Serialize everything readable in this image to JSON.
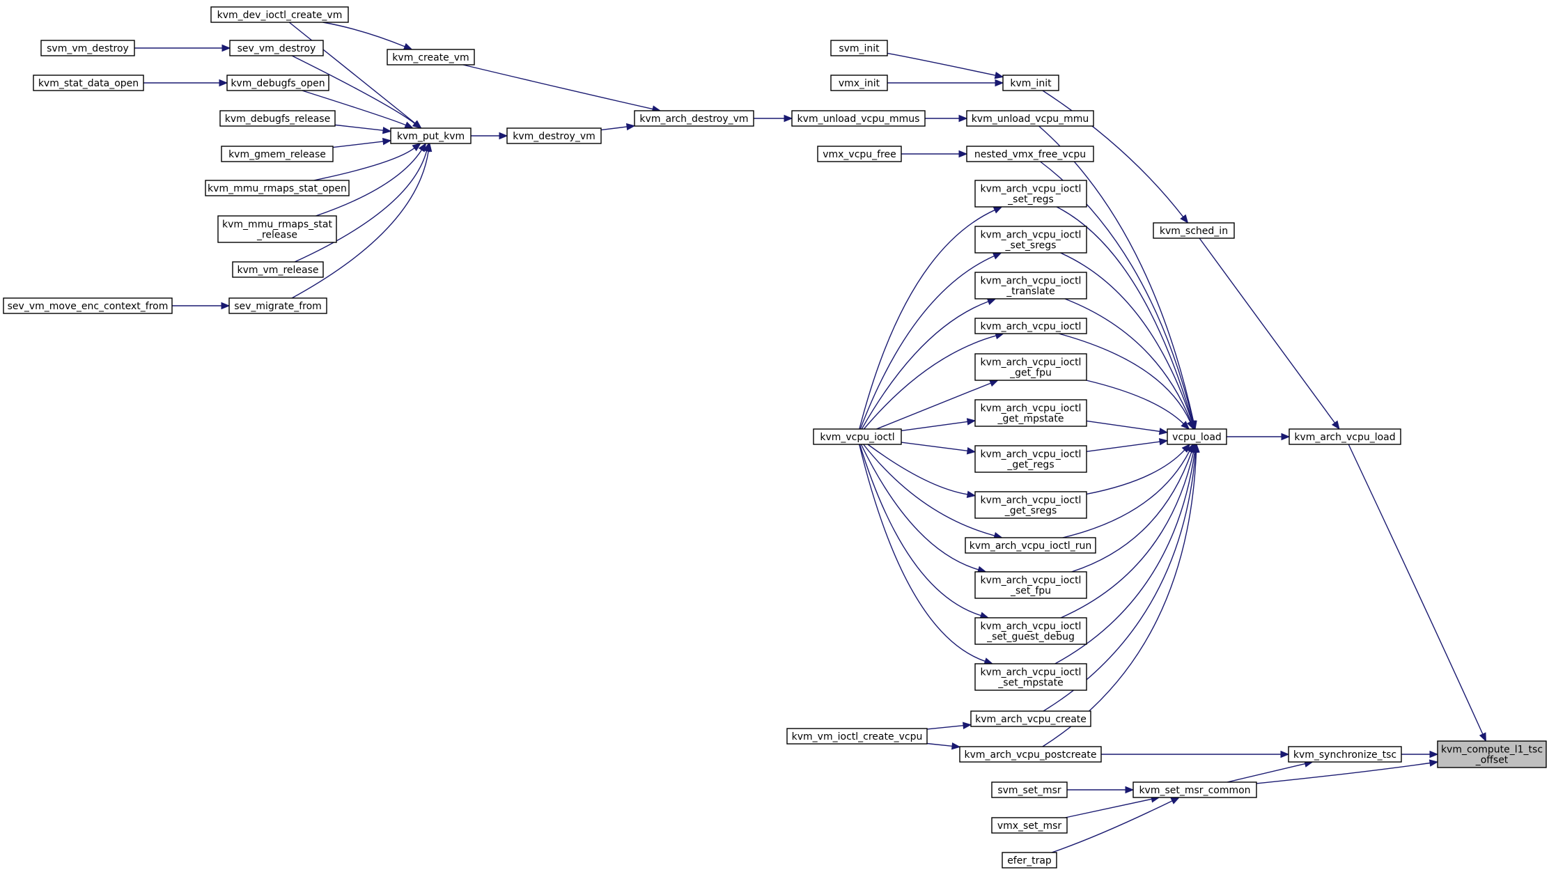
{
  "graph": {
    "highlighted": "kvm_compute_l1_tsc_offset",
    "edge_color": "#191970",
    "nodes": {
      "kvm_dev_ioctl_create_vm": [
        "kvm_dev_ioctl_create_vm"
      ],
      "svm_vm_destroy": [
        "svm_vm_destroy"
      ],
      "sev_vm_destroy": [
        "sev_vm_destroy"
      ],
      "kvm_stat_data_open": [
        "kvm_stat_data_open"
      ],
      "kvm_debugfs_open": [
        "kvm_debugfs_open"
      ],
      "kvm_debugfs_release": [
        "kvm_debugfs_release"
      ],
      "kvm_gmem_release": [
        "kvm_gmem_release"
      ],
      "kvm_mmu_rmaps_stat_open": [
        "kvm_mmu_rmaps_stat_open"
      ],
      "kvm_mmu_rmaps_stat_release": [
        "kvm_mmu_rmaps_stat",
        "_release"
      ],
      "kvm_vm_release": [
        "kvm_vm_release"
      ],
      "sev_vm_move_enc_context_from": [
        "sev_vm_move_enc_context_from"
      ],
      "sev_migrate_from": [
        "sev_migrate_from"
      ],
      "kvm_create_vm": [
        "kvm_create_vm"
      ],
      "kvm_put_kvm": [
        "kvm_put_kvm"
      ],
      "kvm_destroy_vm": [
        "kvm_destroy_vm"
      ],
      "kvm_arch_destroy_vm": [
        "kvm_arch_destroy_vm"
      ],
      "kvm_unload_vcpu_mmus": [
        "kvm_unload_vcpu_mmus"
      ],
      "svm_init": [
        "svm_init"
      ],
      "vmx_init": [
        "vmx_init"
      ],
      "kvm_init": [
        "kvm_init"
      ],
      "kvm_unload_vcpu_mmu": [
        "kvm_unload_vcpu_mmu"
      ],
      "vmx_vcpu_free": [
        "vmx_vcpu_free"
      ],
      "nested_vmx_free_vcpu": [
        "nested_vmx_free_vcpu"
      ],
      "set_regs": [
        "kvm_arch_vcpu_ioctl",
        "_set_regs"
      ],
      "set_sregs": [
        "kvm_arch_vcpu_ioctl",
        "_set_sregs"
      ],
      "translate": [
        "kvm_arch_vcpu_ioctl",
        "_translate"
      ],
      "kvm_arch_vcpu_ioctl": [
        "kvm_arch_vcpu_ioctl"
      ],
      "get_fpu": [
        "kvm_arch_vcpu_ioctl",
        "_get_fpu"
      ],
      "get_mpstate": [
        "kvm_arch_vcpu_ioctl",
        "_get_mpstate"
      ],
      "get_regs": [
        "kvm_arch_vcpu_ioctl",
        "_get_regs"
      ],
      "get_sregs": [
        "kvm_arch_vcpu_ioctl",
        "_get_sregs"
      ],
      "ioctl_run": [
        "kvm_arch_vcpu_ioctl_run"
      ],
      "set_fpu": [
        "kvm_arch_vcpu_ioctl",
        "_set_fpu"
      ],
      "set_guest_debug": [
        "kvm_arch_vcpu_ioctl",
        "_set_guest_debug"
      ],
      "set_mpstate": [
        "kvm_arch_vcpu_ioctl",
        "_set_mpstate"
      ],
      "kvm_vcpu_ioctl": [
        "kvm_vcpu_ioctl"
      ],
      "kvm_arch_vcpu_create": [
        "kvm_arch_vcpu_create"
      ],
      "kvm_vm_ioctl_create_vcpu": [
        "kvm_vm_ioctl_create_vcpu"
      ],
      "kvm_arch_vcpu_postcreate": [
        "kvm_arch_vcpu_postcreate"
      ],
      "kvm_sched_in": [
        "kvm_sched_in"
      ],
      "vcpu_load": [
        "vcpu_load"
      ],
      "kvm_arch_vcpu_load": [
        "kvm_arch_vcpu_load"
      ],
      "kvm_synchronize_tsc": [
        "kvm_synchronize_tsc"
      ],
      "svm_set_msr": [
        "svm_set_msr"
      ],
      "vmx_set_msr": [
        "vmx_set_msr"
      ],
      "efer_trap": [
        "efer_trap"
      ],
      "kvm_set_msr_common": [
        "kvm_set_msr_common"
      ],
      "kvm_compute_l1_tsc_offset": [
        "kvm_compute_l1_tsc",
        "_offset"
      ]
    },
    "edges": [
      [
        "kvm_dev_ioctl_create_vm",
        "kvm_create_vm"
      ],
      [
        "kvm_dev_ioctl_create_vm",
        "kvm_put_kvm"
      ],
      [
        "svm_vm_destroy",
        "sev_vm_destroy"
      ],
      [
        "sev_vm_destroy",
        "kvm_put_kvm"
      ],
      [
        "kvm_stat_data_open",
        "kvm_debugfs_open"
      ],
      [
        "kvm_debugfs_open",
        "kvm_put_kvm"
      ],
      [
        "kvm_debugfs_release",
        "kvm_put_kvm"
      ],
      [
        "kvm_gmem_release",
        "kvm_put_kvm"
      ],
      [
        "kvm_mmu_rmaps_stat_open",
        "kvm_put_kvm"
      ],
      [
        "kvm_mmu_rmaps_stat_release",
        "kvm_put_kvm"
      ],
      [
        "kvm_vm_release",
        "kvm_put_kvm"
      ],
      [
        "sev_vm_move_enc_context_from",
        "sev_migrate_from"
      ],
      [
        "sev_migrate_from",
        "kvm_put_kvm"
      ],
      [
        "kvm_put_kvm",
        "kvm_destroy_vm"
      ],
      [
        "kvm_create_vm",
        "kvm_arch_destroy_vm"
      ],
      [
        "kvm_destroy_vm",
        "kvm_arch_destroy_vm"
      ],
      [
        "kvm_arch_destroy_vm",
        "kvm_unload_vcpu_mmus"
      ],
      [
        "kvm_unload_vcpu_mmus",
        "kvm_unload_vcpu_mmu"
      ],
      [
        "svm_init",
        "kvm_init"
      ],
      [
        "vmx_init",
        "kvm_init"
      ],
      [
        "kvm_init",
        "kvm_sched_in"
      ],
      [
        "vmx_vcpu_free",
        "nested_vmx_free_vcpu"
      ],
      [
        "kvm_unload_vcpu_mmu",
        "vcpu_load"
      ],
      [
        "nested_vmx_free_vcpu",
        "vcpu_load"
      ],
      [
        "set_regs",
        "vcpu_load"
      ],
      [
        "set_sregs",
        "vcpu_load"
      ],
      [
        "translate",
        "vcpu_load"
      ],
      [
        "kvm_arch_vcpu_ioctl",
        "vcpu_load"
      ],
      [
        "get_fpu",
        "vcpu_load"
      ],
      [
        "get_mpstate",
        "vcpu_load"
      ],
      [
        "get_regs",
        "vcpu_load"
      ],
      [
        "get_sregs",
        "vcpu_load"
      ],
      [
        "ioctl_run",
        "vcpu_load"
      ],
      [
        "set_fpu",
        "vcpu_load"
      ],
      [
        "set_guest_debug",
        "vcpu_load"
      ],
      [
        "set_mpstate",
        "vcpu_load"
      ],
      [
        "kvm_arch_vcpu_create",
        "vcpu_load"
      ],
      [
        "kvm_arch_vcpu_postcreate",
        "vcpu_load"
      ],
      [
        "kvm_vcpu_ioctl",
        "set_regs"
      ],
      [
        "kvm_vcpu_ioctl",
        "set_sregs"
      ],
      [
        "kvm_vcpu_ioctl",
        "translate"
      ],
      [
        "kvm_vcpu_ioctl",
        "kvm_arch_vcpu_ioctl"
      ],
      [
        "kvm_vcpu_ioctl",
        "get_fpu"
      ],
      [
        "kvm_vcpu_ioctl",
        "get_mpstate"
      ],
      [
        "kvm_vcpu_ioctl",
        "get_regs"
      ],
      [
        "kvm_vcpu_ioctl",
        "get_sregs"
      ],
      [
        "kvm_vcpu_ioctl",
        "ioctl_run"
      ],
      [
        "kvm_vcpu_ioctl",
        "set_fpu"
      ],
      [
        "kvm_vcpu_ioctl",
        "set_guest_debug"
      ],
      [
        "kvm_vcpu_ioctl",
        "set_mpstate"
      ],
      [
        "kvm_vm_ioctl_create_vcpu",
        "kvm_arch_vcpu_create"
      ],
      [
        "kvm_vm_ioctl_create_vcpu",
        "kvm_arch_vcpu_postcreate"
      ],
      [
        "kvm_sched_in",
        "kvm_arch_vcpu_load"
      ],
      [
        "vcpu_load",
        "kvm_arch_vcpu_load"
      ],
      [
        "kvm_arch_vcpu_load",
        "kvm_compute_l1_tsc_offset"
      ],
      [
        "kvm_arch_vcpu_postcreate",
        "kvm_synchronize_tsc"
      ],
      [
        "kvm_set_msr_common",
        "kvm_synchronize_tsc"
      ],
      [
        "kvm_synchronize_tsc",
        "kvm_compute_l1_tsc_offset"
      ],
      [
        "kvm_set_msr_common",
        "kvm_compute_l1_tsc_offset"
      ],
      [
        "svm_set_msr",
        "kvm_set_msr_common"
      ],
      [
        "vmx_set_msr",
        "kvm_set_msr_common"
      ],
      [
        "efer_trap",
        "kvm_set_msr_common"
      ]
    ]
  }
}
